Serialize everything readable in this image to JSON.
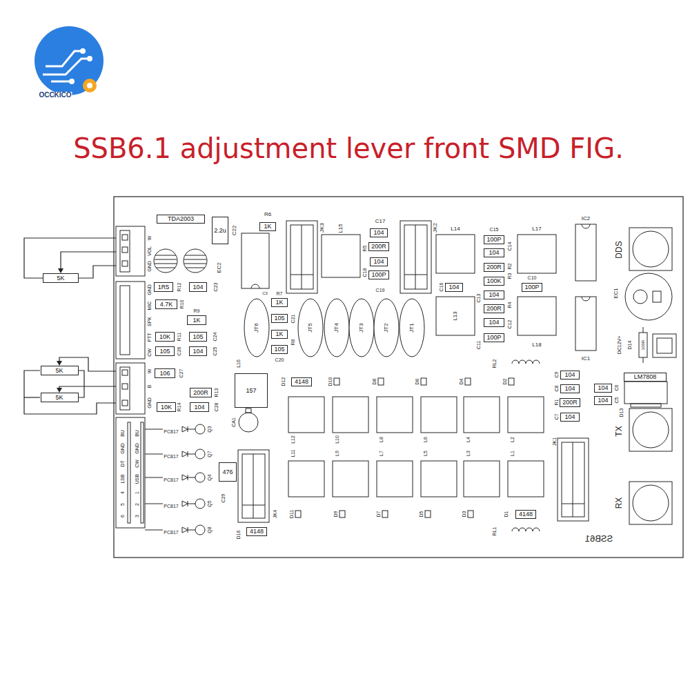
{
  "diagram": {
    "title": "SSB6.1 adjustment lever front SMD FIG.",
    "nodes": [
      {
        "text": [
          "TDA2003"
        ]
      },
      {
        "text": [
          "2.2u"
        ]
      },
      {
        "text": [
          "1K"
        ]
      },
      {
        "text": [
          "1R5"
        ]
      },
      {
        "text": [
          "104"
        ]
      },
      {
        "text": [
          "4.7K"
        ]
      },
      {
        "text": [
          "1K"
        ]
      },
      {
        "text": [
          "10K"
        ]
      },
      {
        "text": [
          "105"
        ]
      },
      {
        "text": [
          "105"
        ]
      },
      {
        "text": [
          "104"
        ]
      },
      {
        "text": [
          "106"
        ]
      },
      {
        "text": [
          "200R"
        ]
      },
      {
        "text": [
          "10K"
        ]
      },
      {
        "text": [
          "104"
        ]
      },
      {
        "text": [
          "1K"
        ]
      },
      {
        "text": [
          "105"
        ]
      },
      {
        "text": [
          "1K"
        ]
      },
      {
        "text": [
          "105"
        ]
      },
      {
        "text": [
          "104"
        ]
      },
      {
        "text": [
          "200R"
        ]
      },
      {
        "text": [
          "104"
        ]
      },
      {
        "text": [
          "100P"
        ]
      },
      {
        "text": [
          "104"
        ]
      },
      {
        "text": [
          "100P"
        ]
      },
      {
        "text": [
          "104"
        ]
      },
      {
        "text": [
          "200R"
        ]
      },
      {
        "text": [
          "100K"
        ]
      },
      {
        "text": [
          "104"
        ]
      },
      {
        "text": [
          "200R"
        ]
      },
      {
        "text": [
          "104"
        ]
      },
      {
        "text": [
          "100P"
        ]
      },
      {
        "text": [
          "100P"
        ]
      },
      {
        "text": [
          "104"
        ]
      },
      {
        "text": [
          "104"
        ]
      },
      {
        "text": [
          "200R"
        ]
      },
      {
        "text": [
          "104"
        ]
      },
      {
        "text": [
          "104"
        ]
      },
      {
        "text": [
          "104"
        ]
      },
      {
        "text": [
          "157"
        ]
      },
      {
        "text": [
          "476"
        ]
      },
      {
        "text": [
          "4148"
        ]
      },
      {
        "text": [
          "4148"
        ]
      },
      {
        "text": [
          "4148"
        ]
      },
      {
        "text": [
          "LM7808"
        ]
      },
      {
        "text": [
          "5K"
        ]
      },
      {
        "text": [
          "5K"
        ]
      },
      {
        "text": [
          "5K"
        ]
      }
    ],
    "labels": [
      "OCCKICO",
      "C22",
      "EC2",
      "R6",
      "JK3",
      "L15",
      "C17",
      "R5",
      "C18",
      "C19",
      "JK2",
      "L14",
      "C15",
      "C14",
      "L17",
      "IC2",
      "DDS",
      "EC1",
      "C23",
      "R12",
      "R10",
      "R9",
      "R11",
      "C24",
      "C26",
      "C25",
      "C27",
      "R13",
      "R14",
      "C28",
      "W",
      "VOL",
      "GND",
      "GND",
      "MIC",
      "SPK",
      "PTT",
      "CW",
      "W",
      "B",
      "GND",
      "BU",
      "GND",
      "DT",
      "LSB",
      "4",
      "5",
      "6",
      "BU",
      "GND",
      "CW",
      "USB",
      "1",
      "2",
      "3",
      "PC817",
      "PC817",
      "PC817",
      "PC817",
      "PC817",
      "Q3",
      "Q7",
      "Q4",
      "Q5",
      "Q8",
      "C29",
      "JK4",
      "D16",
      "CA1",
      "L16",
      "JT6",
      "C3",
      "R7",
      "C20",
      "C21",
      "R8",
      "JT5",
      "JT4",
      "JT3",
      "JT2",
      "JT1",
      "L13",
      "C16",
      "C13",
      "C11",
      "R3",
      "R4",
      "C12",
      "R2",
      "C10",
      "L18",
      "RL2",
      "IC1",
      "D14",
      "DC12V+",
      "100R",
      "C9",
      "C8",
      "R1",
      "C7",
      "C6",
      "C5",
      "D13",
      "TX",
      "RX",
      "JK1",
      "RL1",
      "SSB61",
      "D12",
      "D10",
      "D8",
      "D6",
      "D4",
      "D2",
      "L12",
      "L11",
      "L10",
      "L9",
      "L8",
      "L7",
      "L6",
      "L5",
      "L4",
      "L3",
      "L2",
      "L1",
      "D11",
      "D9",
      "D7",
      "D5",
      "D3",
      "D1"
    ]
  }
}
